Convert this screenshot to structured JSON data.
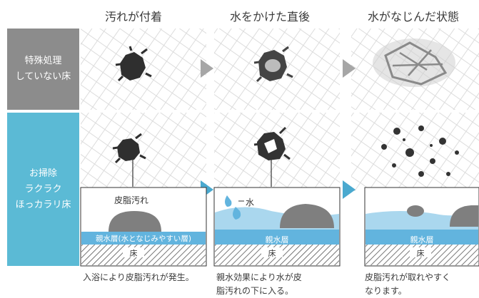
{
  "columns": [
    {
      "title": "汚れが付着"
    },
    {
      "title": "水をかけた直後"
    },
    {
      "title": "水がなじんだ状態"
    }
  ],
  "rows": [
    {
      "label_lines": [
        "特殊処理",
        "していない床"
      ],
      "color": "#8c8c8c"
    },
    {
      "label_lines": [
        "お掃除",
        "ラクラク",
        "ほっカラリ床"
      ],
      "color": "#5bbad5"
    }
  ],
  "diagram": {
    "sebum_label": "皮脂汚れ",
    "water_label": "水",
    "layer_full": "親水層(水となじみやすい層)",
    "layer_short": "親水層",
    "floor_label": "床"
  },
  "captions": [
    {
      "lines": [
        "入浴により皮脂汚れが発生。"
      ]
    },
    {
      "lines": [
        "親水効果により水が皮",
        "脂汚れの下に入る。"
      ]
    },
    {
      "lines": [
        "皮脂汚れが取れやすく",
        "なります。"
      ]
    }
  ],
  "colors": {
    "arrow_gray": "#a6a6a6",
    "arrow_blue": "#4aa9cf",
    "hydrophilic_layer": "#62b4de",
    "water": "#aad7ee",
    "stain": "#3c3c3c",
    "sebum": "#7f7f7f"
  }
}
